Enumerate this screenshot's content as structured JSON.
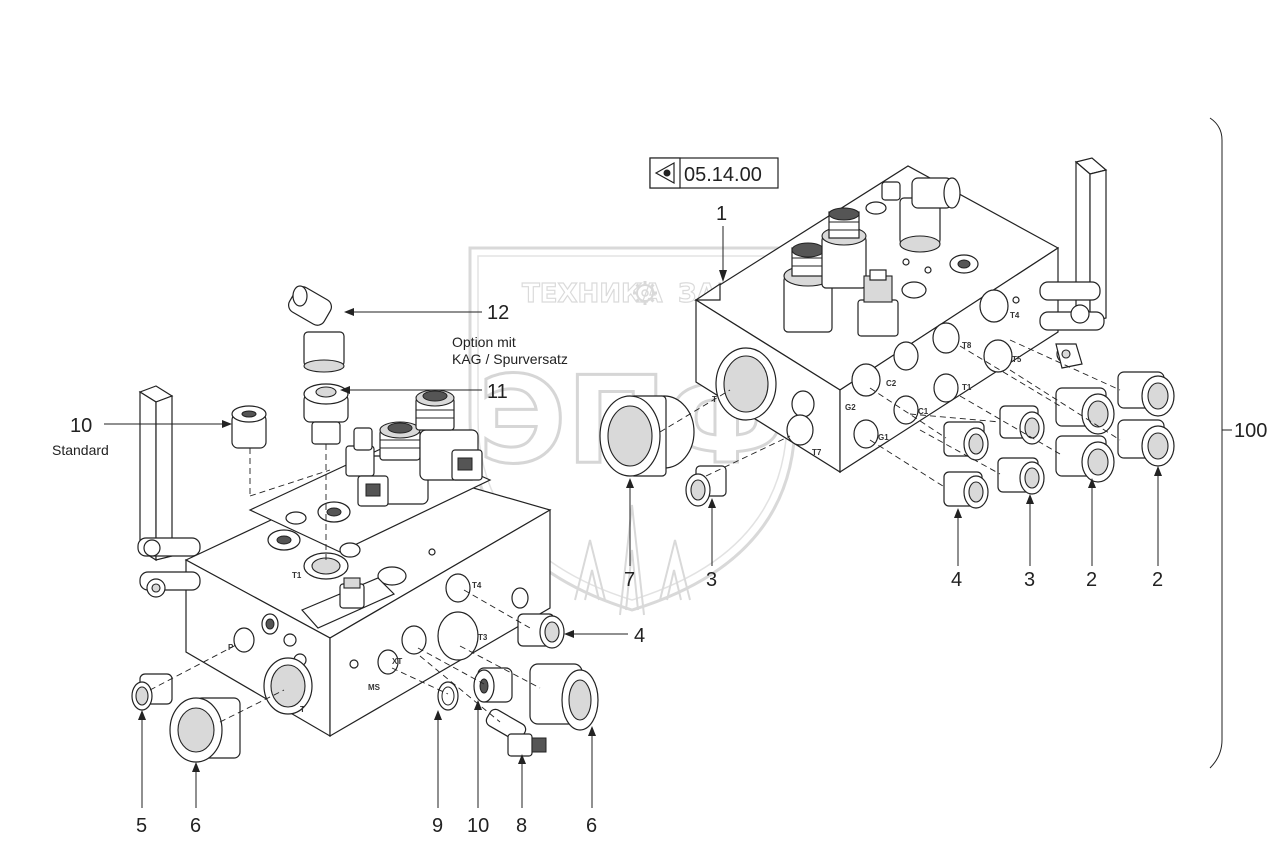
{
  "reference_box": {
    "icon": "view-eye-icon",
    "code": "05.14.00"
  },
  "watermark": {
    "line1": "ТЕХНИКА",
    "line2": "ЗАПЧАСТИ",
    "logo": "ЭПФ",
    "gear": "gear-icon"
  },
  "assembly_label": "100",
  "callouts": {
    "c1": "1",
    "c12": "12",
    "c11": "11",
    "c11_note_line1": "Option mit",
    "c11_note_line2": "KAG / Spurversatz",
    "c10_top": "10",
    "c10_top_note": "Standard",
    "c7": "7",
    "c3_mid": "3",
    "c4_mid": "4",
    "c4_right": "4",
    "c3_right": "3",
    "c2_a": "2",
    "c2_b": "2",
    "c5": "5",
    "c6_left": "6",
    "c9": "9",
    "c10_bottom": "10",
    "c8": "8",
    "c6_right": "6"
  },
  "port_labels": {
    "left": [
      "T1",
      "T4",
      "T3",
      "XT",
      "MS",
      "P",
      "T"
    ],
    "right": [
      "T4",
      "T8",
      "T5",
      "C2",
      "T1",
      "C1",
      "G2",
      "G1",
      "T",
      "T7"
    ]
  }
}
